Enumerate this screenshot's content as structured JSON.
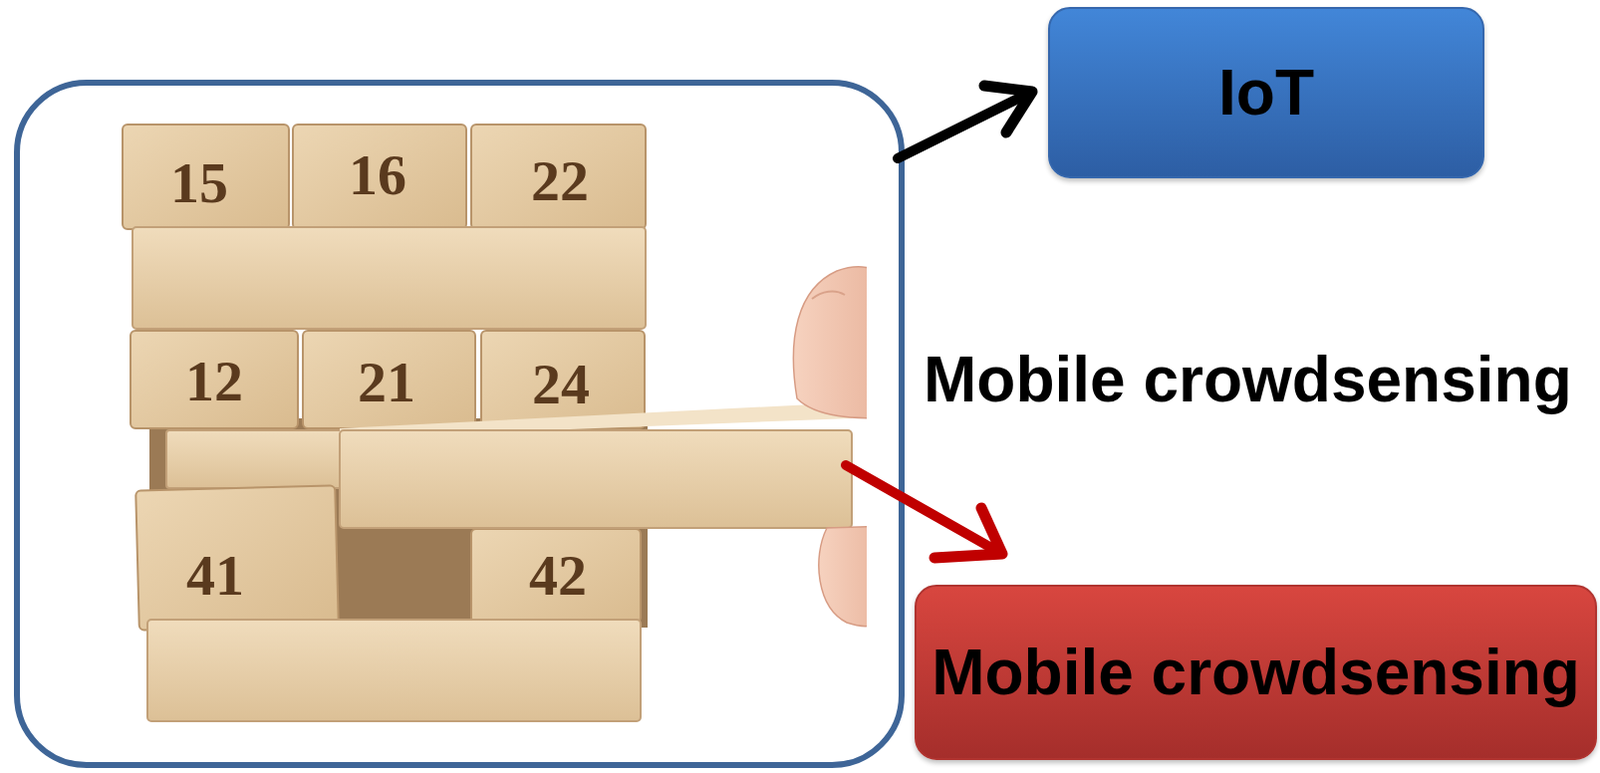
{
  "diagram": {
    "nodes": [
      {
        "text": [
          "IoT"
        ]
      },
      {
        "text": [
          "Mobile crowdsensing"
        ]
      }
    ],
    "labels": [
      "15",
      "16",
      "22",
      "12",
      "21",
      "24",
      "41",
      "42",
      "Mobile crowdsensing"
    ]
  }
}
